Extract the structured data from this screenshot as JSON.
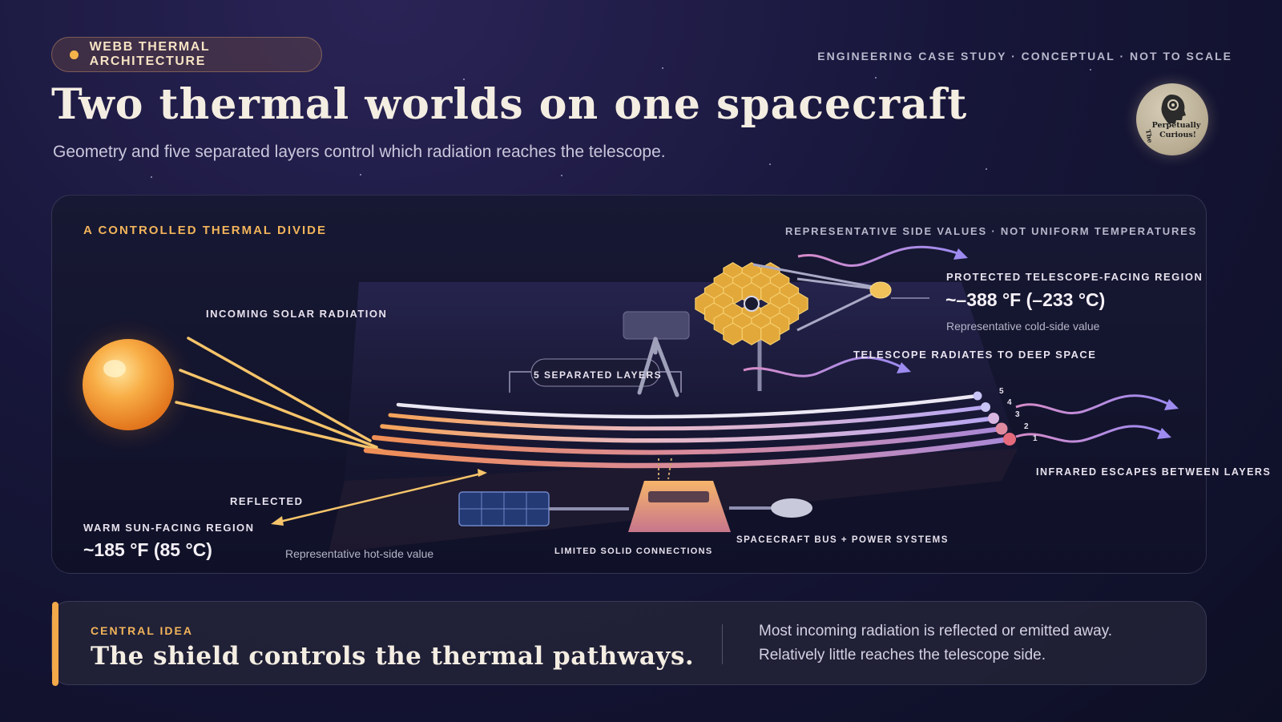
{
  "header": {
    "badge": "WEBB THERMAL ARCHITECTURE",
    "meta": "ENGINEERING CASE STUDY · CONCEPTUAL · NOT TO SCALE",
    "title": "Two thermal worlds on one spacecraft",
    "subtitle": "Geometry and five separated layers control which radiation reaches the telescope.",
    "logo_text": "The Perpetually Curious!"
  },
  "diagram": {
    "section_label": "A CONTROLLED THERMAL DIVIDE",
    "note": "REPRESENTATIVE SIDE VALUES · NOT UNIFORM TEMPERATURES",
    "incoming": "INCOMING SOLAR RADIATION",
    "reflected": "REFLECTED",
    "warm_region": "WARM SUN-FACING REGION",
    "warm_value": "~185 °F (85 °C)",
    "warm_note": "Representative hot-side value",
    "layers_label": "5 SEPARATED LAYERS",
    "layer_numbers": [
      "5",
      "4",
      "3",
      "2",
      "1"
    ],
    "cold_region": "PROTECTED TELESCOPE-FACING REGION",
    "cold_value": "~–388 °F (–233 °C)",
    "cold_note": "Representative cold-side value",
    "deep_space": "TELESCOPE RADIATES TO DEEP SPACE",
    "infrared": "INFRARED ESCAPES BETWEEN LAYERS",
    "connections": "LIMITED SOLID CONNECTIONS",
    "bus": "SPACECRAFT BUS + POWER SYSTEMS"
  },
  "central": {
    "kicker": "CENTRAL IDEA",
    "headline": "The shield controls the thermal pathways.",
    "line1": "Most incoming radiation is reflected or emitted away.",
    "line2": "Relatively little reaches the telescope side."
  },
  "colors": {
    "accent": "#f2b45a",
    "sun": "#f59a3a",
    "cold": "#a99cf0",
    "mirror": "#e5a92f"
  }
}
